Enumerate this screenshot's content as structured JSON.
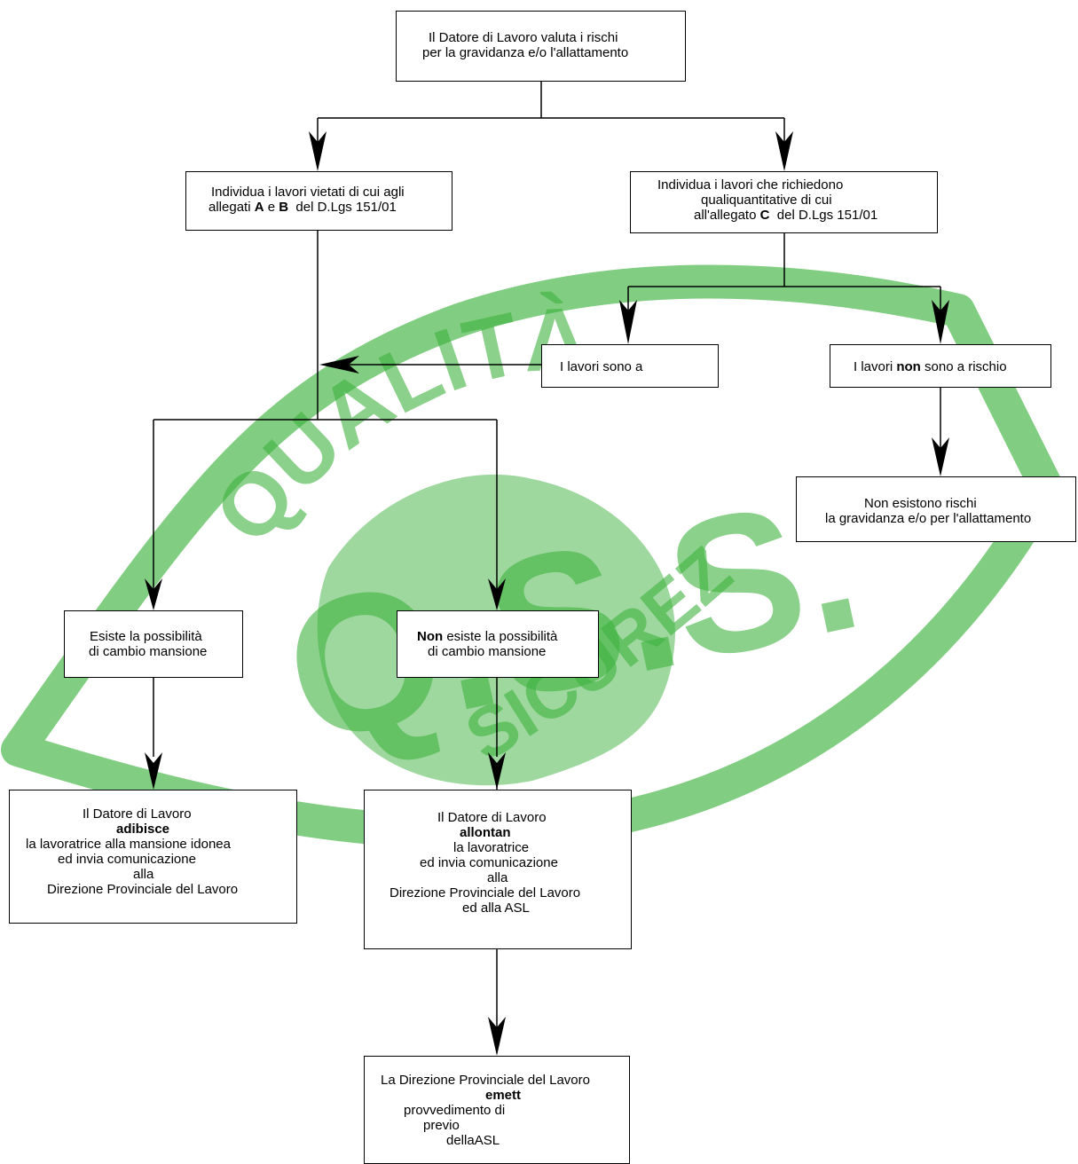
{
  "watermark": {
    "arc_text": "QUALITÀ",
    "initials": "Q.S.S.",
    "bottom_text": "SICUREZZA",
    "color": "#3db23d"
  },
  "nodes": {
    "top": {
      "lines": [
        [
          "Il Datore di Lavoro valuta i rischi"
        ],
        [
          "per la gravidanza e/o l'allattamento"
        ]
      ]
    },
    "forbidden": {
      "lines": [
        [
          "Individua i lavori vietati di cui agli"
        ],
        [
          "allegati ",
          "*A",
          " e ",
          "*B",
          "  del D.Lgs 151/01"
        ]
      ]
    },
    "qualitative": {
      "lines": [
        [
          "Individua i lavori che richiedono"
        ],
        [
          "qualiquantitative di cui"
        ],
        [
          "all'allegato ",
          "*C",
          "  del D.Lgs 151/01"
        ]
      ]
    },
    "at_risk": {
      "lines": [
        [
          "I lavori sono a"
        ]
      ]
    },
    "not_at_risk": {
      "lines": [
        [
          "I lavori ",
          "*non",
          " sono a rischio"
        ]
      ]
    },
    "no_risks": {
      "lines": [
        [
          "Non esistono rischi"
        ],
        [
          "la gravidanza e/o per l'allattamento"
        ]
      ]
    },
    "change_possible": {
      "lines": [
        [
          "Esiste la possibilità"
        ],
        [
          "di cambio mansione"
        ]
      ]
    },
    "change_impossible": {
      "lines": [
        [
          "*Non",
          " esiste la possibilità"
        ],
        [
          "di cambio mansione"
        ]
      ]
    },
    "assigns": {
      "lines": [
        [
          "Il Datore di Lavoro"
        ],
        [
          "*adibisce"
        ],
        [
          "la lavoratrice alla mansione idonea"
        ],
        [
          "ed invia comunicazione"
        ],
        [
          "alla"
        ],
        [
          "Direzione Provinciale del Lavoro"
        ]
      ]
    },
    "removes": {
      "lines": [
        [
          "Il Datore di Lavoro"
        ],
        [
          "*allontan"
        ],
        [
          "la lavoratrice"
        ],
        [
          "ed invia comunicazione"
        ],
        [
          "alla"
        ],
        [
          "Direzione Provinciale del Lavoro"
        ],
        [
          "ed alla ASL"
        ]
      ]
    },
    "directorate": {
      "lines": [
        [
          "La Direzione Provinciale del Lavoro"
        ],
        [
          "*emett"
        ],
        [
          "provvedimento di"
        ],
        [
          "previo"
        ],
        [
          "dellaASL"
        ]
      ]
    }
  }
}
